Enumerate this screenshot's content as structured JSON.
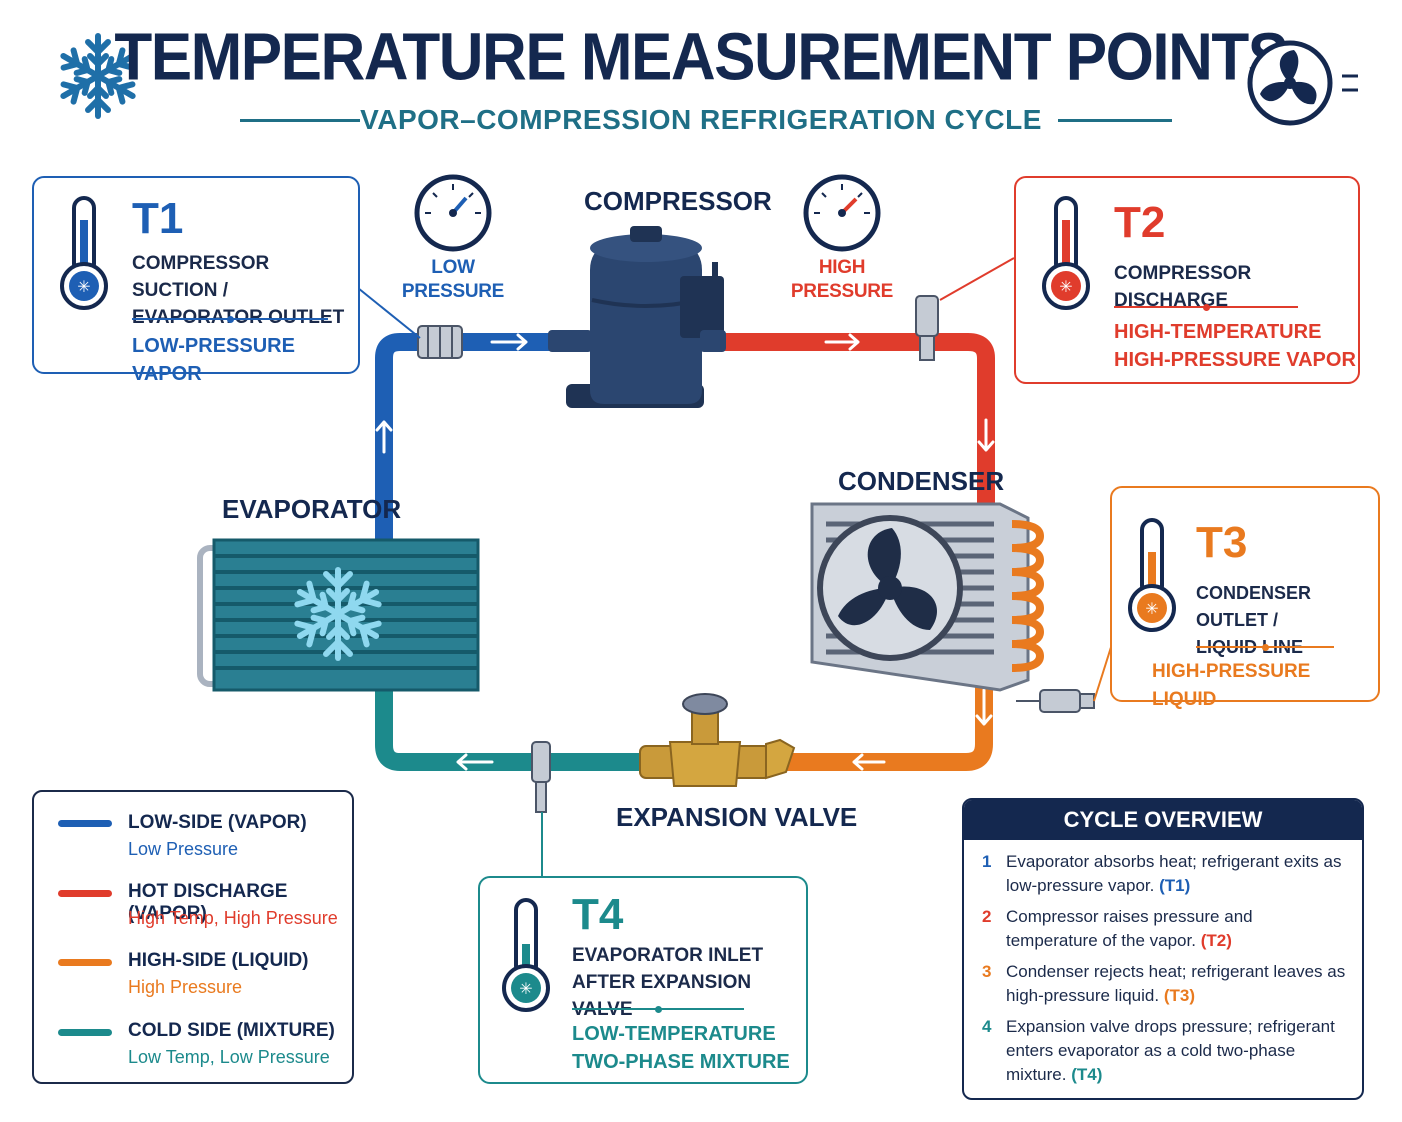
{
  "header": {
    "title": "TEMPERATURE MEASUREMENT POINTS",
    "subtitle": "VAPOR–COMPRESSION REFRIGERATION CYCLE",
    "left_icon": "snowflake-icon",
    "right_icon": "fan-icon"
  },
  "components": {
    "compressor": "COMPRESSOR",
    "condenser": "CONDENSER",
    "evaporator": "EVAPORATOR",
    "expansion_valve": "EXPANSION VALVE"
  },
  "gauges": {
    "low": {
      "line1": "LOW",
      "line2": "PRESSURE"
    },
    "high": {
      "line1": "HIGH",
      "line2": "PRESSURE"
    }
  },
  "points": {
    "t1": {
      "id": "T1",
      "desc1": "COMPRESSOR SUCTION /",
      "desc2": "EVAPORATOR OUTLET",
      "state1": "LOW-PRESSURE VAPOR",
      "color": "#1e5fb4"
    },
    "t2": {
      "id": "T2",
      "desc1": "COMPRESSOR DISCHARGE",
      "state1": "HIGH-TEMPERATURE",
      "state2": "HIGH-PRESSURE VAPOR",
      "color": "#e03c2c"
    },
    "t3": {
      "id": "T3",
      "desc1": "CONDENSER OUTLET /",
      "desc2": "LIQUID LINE",
      "state1": "HIGH-PRESSURE LIQUID",
      "color": "#e97a1f"
    },
    "t4": {
      "id": "T4",
      "desc1": "EVAPORATOR INLET",
      "desc2": "AFTER EXPANSION VALVE",
      "state1": "LOW-TEMPERATURE",
      "state2": "TWO-PHASE MIXTURE",
      "color": "#1c8a8c"
    }
  },
  "legend": [
    {
      "name": "LOW-SIDE (VAPOR)",
      "sub": "Low Pressure",
      "color": "#1e5fb4"
    },
    {
      "name": "HOT DISCHARGE (VAPOR)",
      "sub": "High Temp, High Pressure",
      "color": "#e03c2c"
    },
    {
      "name": "HIGH-SIDE (LIQUID)",
      "sub": "High Pressure",
      "color": "#e97a1f"
    },
    {
      "name": "COLD SIDE (MIXTURE)",
      "sub": "Low Temp, Low Pressure",
      "color": "#1c8a8c"
    }
  ],
  "overview": {
    "title": "CYCLE OVERVIEW",
    "steps": [
      {
        "num": "1",
        "text": "Evaporator absorbs heat; refrigerant exits as low-pressure vapor.",
        "ref": "(T1)",
        "color": "#1e5fb4"
      },
      {
        "num": "2",
        "text": "Compressor raises pressure and temperature of the vapor.",
        "ref": "(T2)",
        "color": "#e03c2c"
      },
      {
        "num": "3",
        "text": "Condenser rejects heat; refrigerant leaves as high-pressure liquid.",
        "ref": "(T3)",
        "color": "#e97a1f"
      },
      {
        "num": "4",
        "text": "Expansion valve drops pressure; refrigerant enters evaporator as a cold two-phase mixture.",
        "ref": "(T4)",
        "color": "#1c8a8c"
      }
    ]
  }
}
